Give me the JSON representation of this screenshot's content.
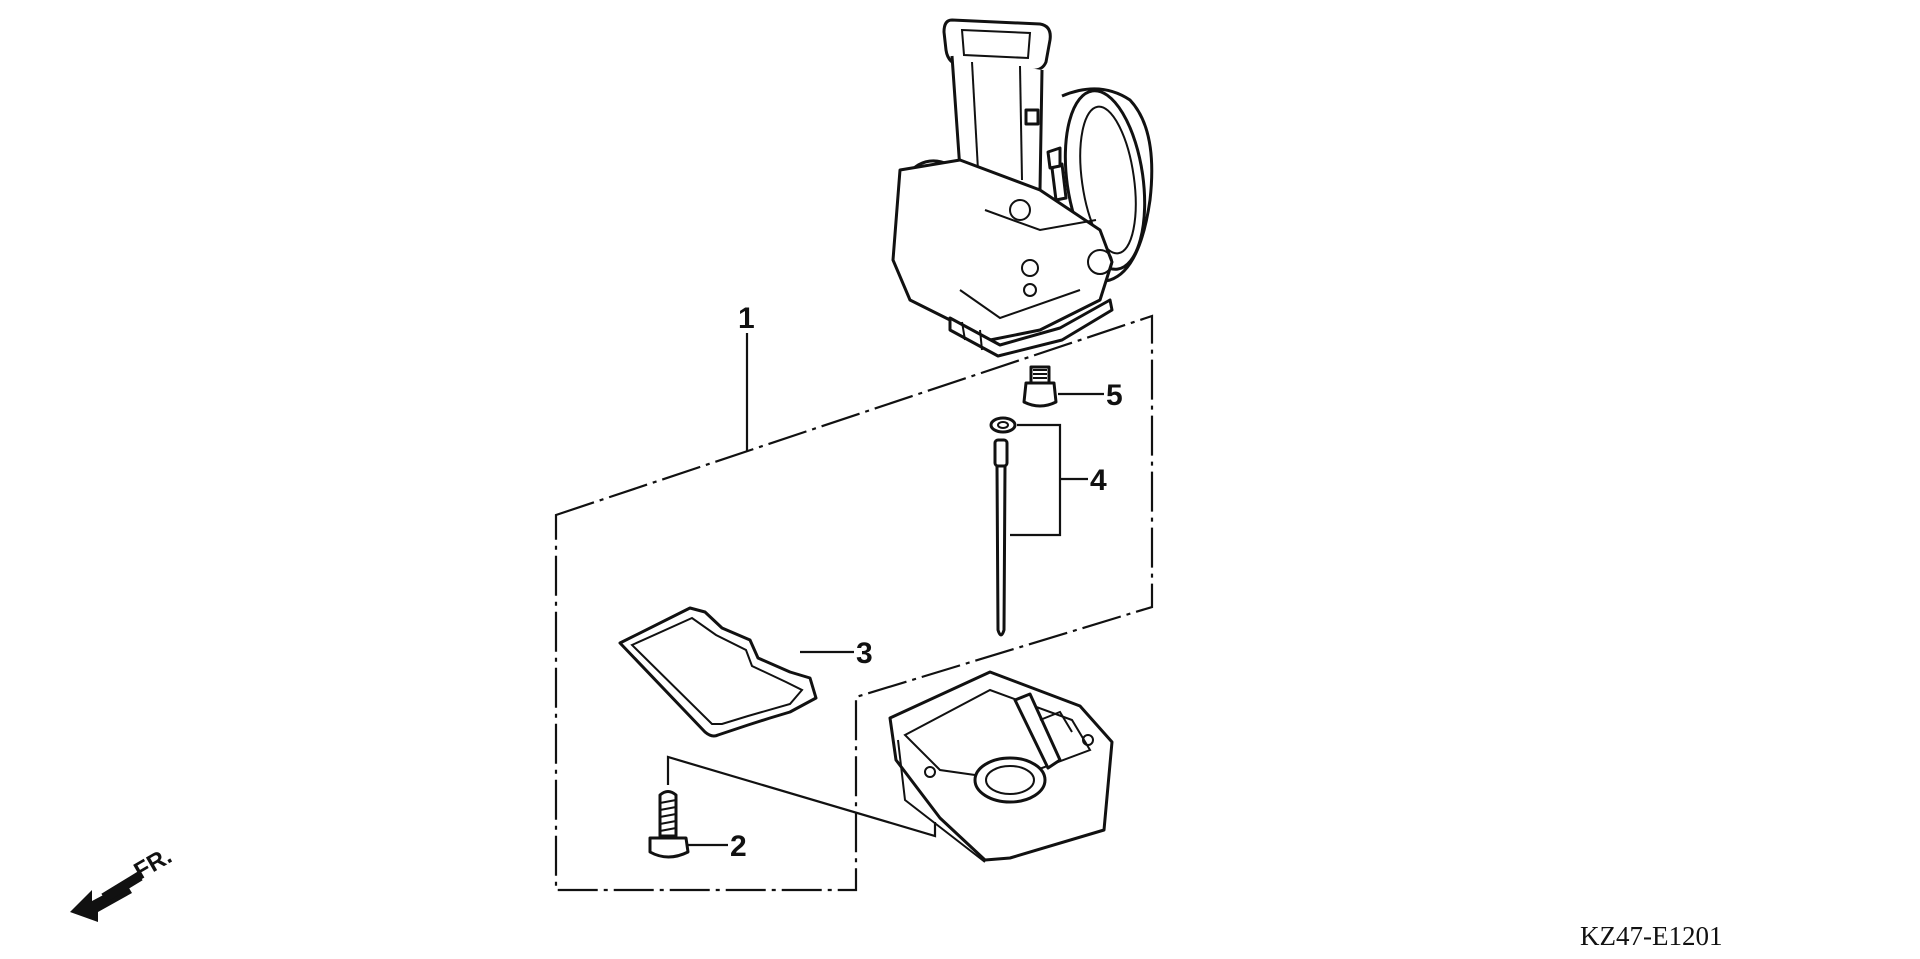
{
  "callouts": {
    "c1": "1",
    "c2": "2",
    "c3": "3",
    "c4": "4",
    "c5": "5"
  },
  "front_marker": {
    "label": "FR.",
    "icon": "front-direction-arrow-icon"
  },
  "diagram_code": "KZ47-E1201",
  "colors": {
    "ink": "#111111",
    "background": "#ffffff"
  }
}
